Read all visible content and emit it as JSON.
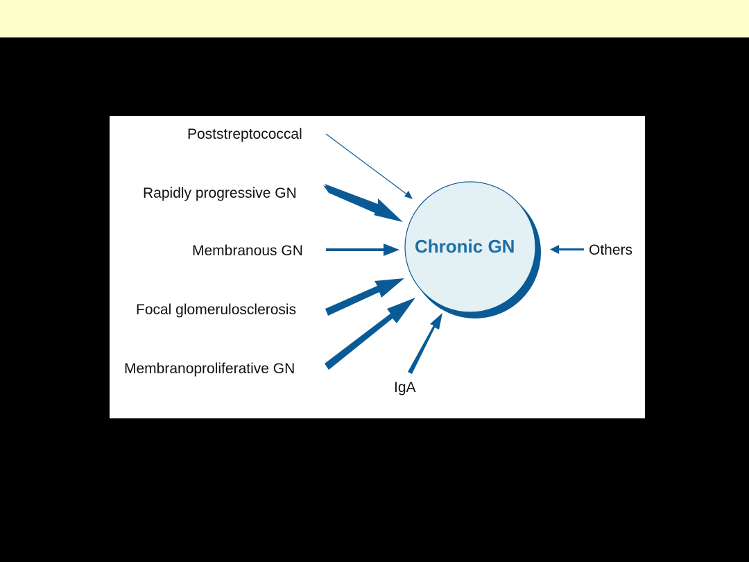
{
  "colors": {
    "top_band": "#ffffcc",
    "background": "#000000",
    "panel": "#ffffff",
    "arrow": "#0a5a96",
    "circle_fill": "#e3f0f4",
    "circle_shadow": "#0a5a96",
    "center_text": "#1c6fa8"
  },
  "diagram": {
    "center": "Chronic GN",
    "sources": [
      {
        "label": "Poststreptococcal",
        "arrow_weight": "thin"
      },
      {
        "label": "Rapidly progressive GN",
        "arrow_weight": "heavy"
      },
      {
        "label": "Membranous GN",
        "arrow_weight": "medium"
      },
      {
        "label": "Focal glomerulosclerosis",
        "arrow_weight": "heavy"
      },
      {
        "label": "Membranoproliferative GN",
        "arrow_weight": "heavy"
      },
      {
        "label": "IgA",
        "arrow_weight": "medium"
      },
      {
        "label": "Others",
        "arrow_weight": "light"
      }
    ]
  }
}
